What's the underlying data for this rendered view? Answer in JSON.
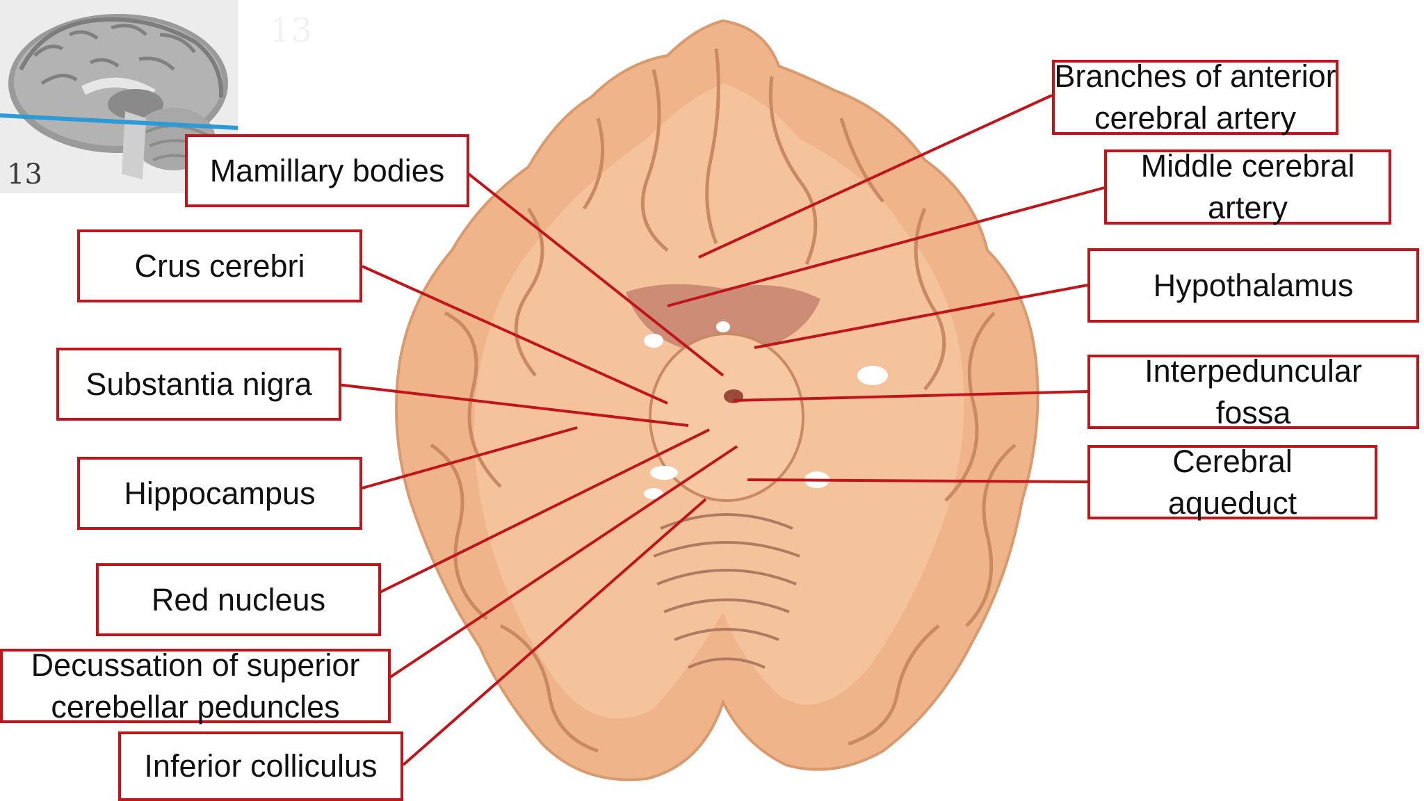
{
  "inset": {
    "slice_number": "13",
    "plane_line_color": "#2a9bd6"
  },
  "faint_slice_number": "13",
  "colors": {
    "label_border": "#c0151b",
    "leader_line": "#c0151b",
    "tissue": "#f0b48a",
    "tissue_dark": "#c98962"
  },
  "labels": {
    "mamillary_bodies": "Mamillary bodies",
    "crus_cerebri": "Crus cerebri",
    "substantia_nigra": "Substantia nigra",
    "hippocampus": "Hippocampus",
    "red_nucleus": "Red nucleus",
    "decussation_line1": "Decussation of superior",
    "decussation_line2": "cerebellar peduncles",
    "inferior_colliculus": "Inferior colliculus",
    "anterior_cerebral_line1": "Branches of anterior",
    "anterior_cerebral_line2": "cerebral artery",
    "middle_cerebral_line1": "Middle cerebral",
    "middle_cerebral_line2": "artery",
    "hypothalamus": "Hypothalamus",
    "interpeduncular_line1": "Interpeduncular",
    "interpeduncular_line2": "fossa",
    "cerebral_aqueduct_line1": "Cerebral",
    "cerebral_aqueduct_line2": "aqueduct"
  }
}
